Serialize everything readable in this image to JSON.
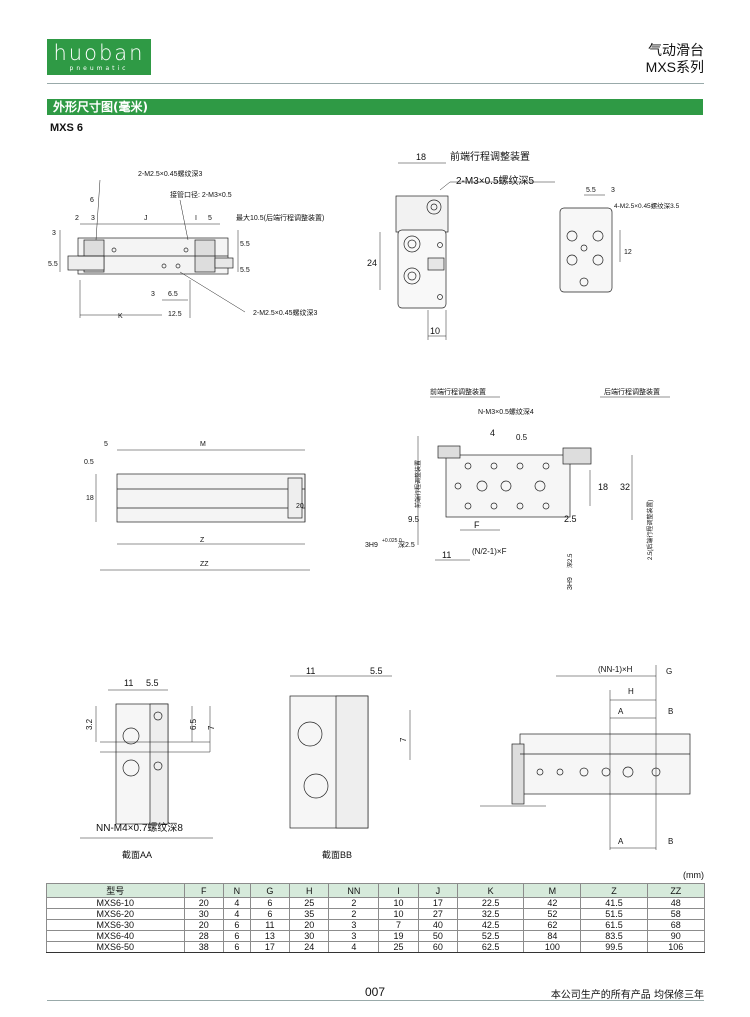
{
  "brand": {
    "name": "huoban",
    "tagline": "pneumatic",
    "color": "#2f9a45"
  },
  "header": {
    "product": "气动滑台",
    "series": "MXS系列"
  },
  "section_title": "外形尺寸图(毫米)",
  "model": "MXS 6",
  "labels": {
    "m25": "2-M2.5×0.45螺纹深3",
    "m25b": "2-M2.5×0.45螺纹深3",
    "pipe": "接管口径: 2-M3×0.5",
    "maxadj": "最大10.5(后端行程调整装置)",
    "front_adj_top": "前端行程调整装置",
    "m3x5": "2-M3×0.5螺纹深5",
    "m4x35": "4-M2.5×0.45螺纹深3.5",
    "front_adj": "前端行程调整装置",
    "rear_adj": "后端行程调整装置",
    "nm3": "N-M3×0.5螺纹深4",
    "front_adj_v": "前端行程调整装置",
    "rear_adj_v": "2.5(后端行程调整装置)",
    "hole1": "3H9",
    "hole1_tol": "+0.025 0",
    "hole1_depth": "深2.5",
    "hole2": "3H9",
    "hole2_depth": "深2.5",
    "nn_formula": "(NN-1)×H",
    "n_formula": "(N/2-1)×F",
    "nn_m4": "NN-M4×0.7螺纹深8",
    "sec_aa": "截面AA",
    "sec_bb": "截面BB"
  },
  "dims": {
    "d6": "6",
    "d2": "2",
    "d3": "3",
    "dJ": "J",
    "dI": "I",
    "d5": "5",
    "d55a": "5.5",
    "d55b": "5.5",
    "d55c": "5.5",
    "d3b": "3",
    "d65": "6.5",
    "dK": "K",
    "d125": "12.5",
    "d3c": "3",
    "d18": "18",
    "d24": "24",
    "d10": "10",
    "d55top": "5.5",
    "d3top": "3",
    "d12": "12",
    "d5m": "5",
    "dM": "M",
    "d05": "0.5",
    "d18b": "18",
    "d20": "20",
    "dZ": "Z",
    "dZZ": "ZZ",
    "d4": "4",
    "d05b": "0.5",
    "d18c": "18",
    "d32": "32",
    "d95": "9.5",
    "dF": "F",
    "d11": "11",
    "d25": "2.5",
    "aa11": "11",
    "aa55": "5.5",
    "aa32": "3.2",
    "aa65": "6.5",
    "aa7": "7",
    "bb11": "11",
    "bb55": "5.5",
    "bb7": "7",
    "dH": "H",
    "dG": "G",
    "dA1": "A",
    "dB1": "B",
    "dA2": "A",
    "dB2": "B"
  },
  "table": {
    "unit": "(mm)",
    "headers": [
      "型号",
      "F",
      "N",
      "G",
      "H",
      "NN",
      "I",
      "J",
      "K",
      "M",
      "Z",
      "ZZ"
    ],
    "rows": [
      [
        "MXS6-10",
        "20",
        "4",
        "6",
        "25",
        "2",
        "10",
        "17",
        "22.5",
        "42",
        "41.5",
        "48"
      ],
      [
        "MXS6-20",
        "30",
        "4",
        "6",
        "35",
        "2",
        "10",
        "27",
        "32.5",
        "52",
        "51.5",
        "58"
      ],
      [
        "MXS6-30",
        "20",
        "6",
        "11",
        "20",
        "3",
        "7",
        "40",
        "42.5",
        "62",
        "61.5",
        "68"
      ],
      [
        "MXS6-40",
        "28",
        "6",
        "13",
        "30",
        "3",
        "19",
        "50",
        "52.5",
        "84",
        "83.5",
        "90"
      ],
      [
        "MXS6-50",
        "38",
        "6",
        "17",
        "24",
        "4",
        "25",
        "60",
        "62.5",
        "100",
        "99.5",
        "106"
      ]
    ]
  },
  "footer": {
    "page": "007",
    "warranty": "本公司生产的所有产品 均保修三年"
  }
}
